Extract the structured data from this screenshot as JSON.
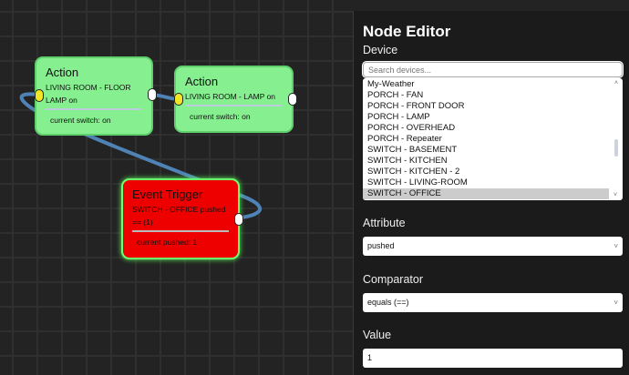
{
  "canvas": {
    "nodes": [
      {
        "type": "Action",
        "description": "LIVING ROOM - FLOOR LAMP on",
        "state": "current switch: on"
      },
      {
        "type": "Action",
        "description": "LIVING ROOM - LAMP on",
        "state": "current switch: on"
      },
      {
        "type": "Event Trigger",
        "description": "SWITCH - OFFICE pushed == (1)",
        "state": "current pushed: 1"
      }
    ],
    "colors": {
      "action": "#86ef8f",
      "trigger": "#ee0000",
      "wire": "#4f82b5",
      "input_port": "#f2e526"
    }
  },
  "panel": {
    "title": "Node Editor",
    "device_label": "Device",
    "search_placeholder": "Search devices...",
    "devices": [
      "My-Weather",
      "PORCH - FAN",
      "PORCH - FRONT DOOR",
      "PORCH - LAMP",
      "PORCH - OVERHEAD",
      "PORCH - Repeater",
      "SWITCH - BASEMENT",
      "SWITCH - KITCHEN",
      "SWITCH - KITCHEN - 2",
      "SWITCH - LIVING-ROOM",
      "SWITCH - OFFICE"
    ],
    "selected_device": "SWITCH - OFFICE",
    "attribute_label": "Attribute",
    "attribute_value": "pushed",
    "comparator_label": "Comparator",
    "comparator_value": "equals (==)",
    "value_label": "Value",
    "value": "1"
  }
}
